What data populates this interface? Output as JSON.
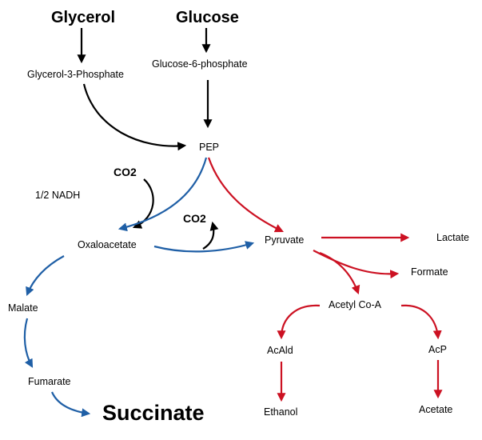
{
  "labels": {
    "glycerol": "Glycerol",
    "glucose": "Glucose",
    "glycerol3p": "Glycerol-3-Phosphate",
    "glucose6p": "Glucose-6-phosphate",
    "pep": "PEP",
    "co2_left": "CO2",
    "co2_mid": "CO2",
    "nadh": "1/2 NADH",
    "oxaloacetate": "Oxaloacetate",
    "pyruvate": "Pyruvate",
    "lactate": "Lactate",
    "formate": "Formate",
    "acetylcoa": "Acetyl Co-A",
    "malate": "Malate",
    "acald": "AcAld",
    "acp": "AcP",
    "fumarate": "Fumarate",
    "succinate": "Succinate",
    "ethanol": "Ethanol",
    "acetate": "Acetate"
  },
  "colors": {
    "black": "#000000",
    "blue": "#1f5fa6",
    "red": "#cc1122"
  }
}
